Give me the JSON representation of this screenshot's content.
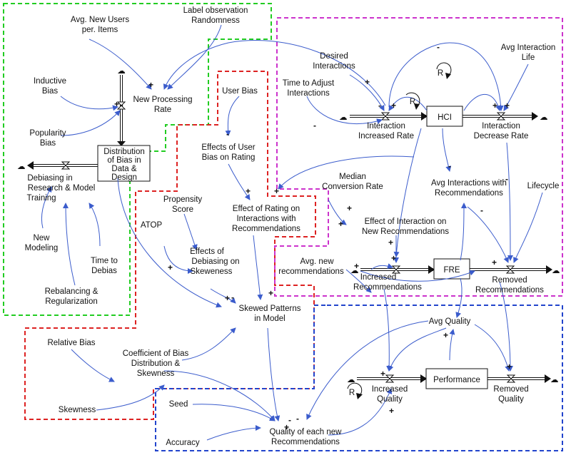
{
  "regions": {
    "green": "#22cc22",
    "red": "#dd2222",
    "magenta": "#cc33cc",
    "blue": "#2244cc"
  },
  "colors": {
    "link": "#3b5ccc",
    "stock_border": "#111111"
  },
  "stocks": {
    "distribution": [
      "Distribution",
      "of Bias in",
      "Data &",
      "Design"
    ],
    "hci": "HCI",
    "fre": "FRE",
    "performance": "Performance"
  },
  "flows": {
    "new_processing_rate": [
      "New Processing",
      "Rate"
    ],
    "debiasing": [
      "Debiasing in",
      "Research & Model",
      "Training"
    ],
    "interaction_increased": [
      "Interaction",
      "Increased Rate"
    ],
    "interaction_decrease": [
      "Interaction",
      "Decrease Rate"
    ],
    "increased_recommendations": [
      "Increased",
      "Recommendations"
    ],
    "removed_recommendations": [
      "Removed",
      "Recommendations"
    ],
    "increased_quality": [
      "Increased",
      "Quality"
    ],
    "removed_quality": [
      "Removed",
      "Quality"
    ]
  },
  "variables": {
    "avg_new_users": [
      "Avg. New Users",
      "per. Items"
    ],
    "label_observation": [
      "Label observation",
      "Randomness"
    ],
    "inductive_bias": [
      "Inductive",
      "Bias"
    ],
    "popularity_bias": [
      "Popularity",
      "Bias"
    ],
    "new_modeling": [
      "New",
      "Modeling"
    ],
    "time_to_debias": [
      "Time to",
      "Debias"
    ],
    "rebalancing": [
      "Rebalancing &",
      "Regularization"
    ],
    "user_bias": "User Bias",
    "effects_user_bias": [
      "Effects of User",
      "Bias on Rating"
    ],
    "propensity": [
      "Propensity",
      "Score"
    ],
    "atop": "ATOP",
    "effects_debiasing": [
      "Effects of",
      "Debiasing on",
      "Skeweness"
    ],
    "effect_rating": [
      "Effect of Rating on",
      "Interactions with",
      "Recommendations"
    ],
    "skewed_patterns": [
      "Skewed Patterns",
      "in Model"
    ],
    "relative_bias": "Relative Bias",
    "coefficient": [
      "Coefficient of Bias",
      "Distribution &",
      "Skewness"
    ],
    "skewness": "Skewness",
    "desired_interactions": [
      "Desired",
      "Interactions"
    ],
    "time_adjust": [
      "Time to Adjust",
      "Interactions"
    ],
    "avg_interaction_life": [
      "Avg Interaction",
      "Life"
    ],
    "median_conversion": [
      "Median",
      "Conversion Rate"
    ],
    "avg_interactions_rec": [
      "Avg Interactions with",
      "Recommendations"
    ],
    "lifecycle": "Lifecycle",
    "effect_interaction": [
      "Effect of Interaction on",
      "New Recommendations"
    ],
    "avg_new_recs": [
      "Avg. new",
      "recommendations"
    ],
    "avg_quality": "Avg Quality",
    "seed": "Seed",
    "accuracy": "Accuracy",
    "quality_each": [
      "Quality of each new",
      "Recommendations"
    ]
  },
  "loops": {
    "r_hci_top": "R",
    "r_hci_left": "R",
    "r_quality": "R"
  },
  "polarities": {
    "p1": "+",
    "p2": "+",
    "p3": "-",
    "p4": "+",
    "p5": "-",
    "p6": "+",
    "p7": "-",
    "p8": "+",
    "p9": "+",
    "p10": "-",
    "p11": "+",
    "p12": "+",
    "p13": "-",
    "p14": "-",
    "p15": "+",
    "p16": "+",
    "p17": "+",
    "p18": "+",
    "p19": "+",
    "p20": "-",
    "p21": "+",
    "p22": "+",
    "p23": "+",
    "p24": "+",
    "p25": "+",
    "p26": "-",
    "p27": "+",
    "p28": "-",
    "p29": "+",
    "p30": "-",
    "p31": "+",
    "p32": "+"
  }
}
